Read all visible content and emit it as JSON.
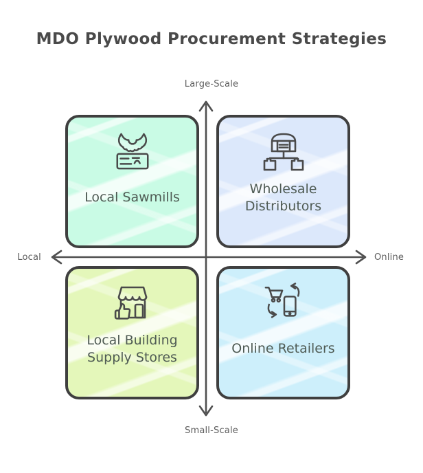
{
  "title": "MDO Plywood Procurement Strategies",
  "axes": {
    "top_label": "Large-Scale",
    "bottom_label": "Small-Scale",
    "left_label": "Local",
    "right_label": "Online"
  },
  "quadrants": {
    "top_left": {
      "label": "Local Sawmills",
      "icon": "sawmill-icon",
      "fill": "#c9fbe5"
    },
    "top_right": {
      "label": "Wholesale Distributors",
      "icon": "warehouse-distribution-icon",
      "fill": "#dce8fb"
    },
    "bottom_left": {
      "label": "Local Building Supply Stores",
      "icon": "storefront-thumbs-up-icon",
      "fill": "#e4f7ba"
    },
    "bottom_right": {
      "label": "Online Retailers",
      "icon": "cart-phone-sync-icon",
      "fill": "#cdeffb"
    }
  },
  "colors": {
    "background": "#ffffff",
    "title_text": "#4a4a4a",
    "axis_stroke": "#4f4f4f",
    "axis_label_text": "#5c5c5c",
    "card_border": "#3f3f3f",
    "card_label_text": "#4f5b54",
    "icon_stroke": "#4a4a4a"
  }
}
